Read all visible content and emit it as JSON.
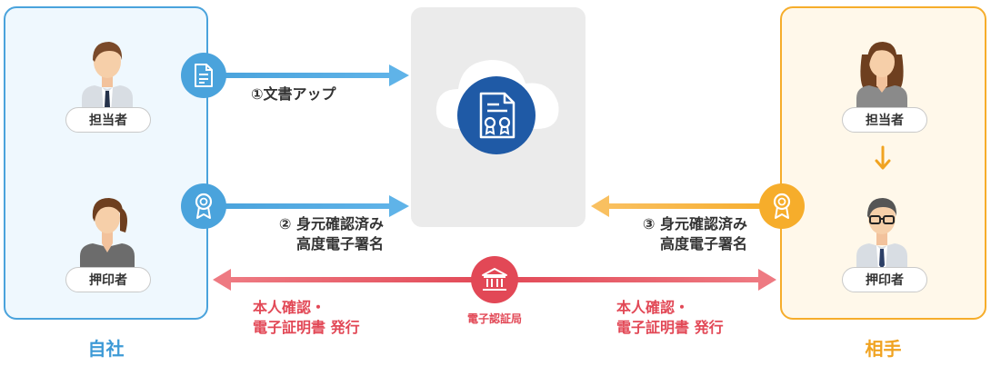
{
  "left_panel": {
    "caption": "自社",
    "person1_role": "担当者",
    "person2_role": "押印者"
  },
  "right_panel": {
    "caption": "相手",
    "person1_role": "担当者",
    "person2_role": "押印者"
  },
  "flows": {
    "step1": "①文書アップ",
    "step2_line1": "② 身元確認済み",
    "step2_line2": "高度電子署名",
    "step3_line1": "③ 身元確認済み",
    "step3_line2": "高度電子署名"
  },
  "authority": {
    "name": "電子認証局",
    "left_note_line1": "本人確認・",
    "left_note_line2": "電子証明書 発行",
    "right_note_line1": "本人確認・",
    "right_note_line2": "電子証明書 発行"
  },
  "colors": {
    "blue": "#4aa3dc",
    "orange": "#f6ad2b",
    "red": "#e24856",
    "navy": "#1f5aa6"
  },
  "icons": {
    "doc": "document-icon",
    "award": "award-ribbon-icon",
    "bank": "bank-building-icon",
    "cloud": "cloud-icon"
  }
}
